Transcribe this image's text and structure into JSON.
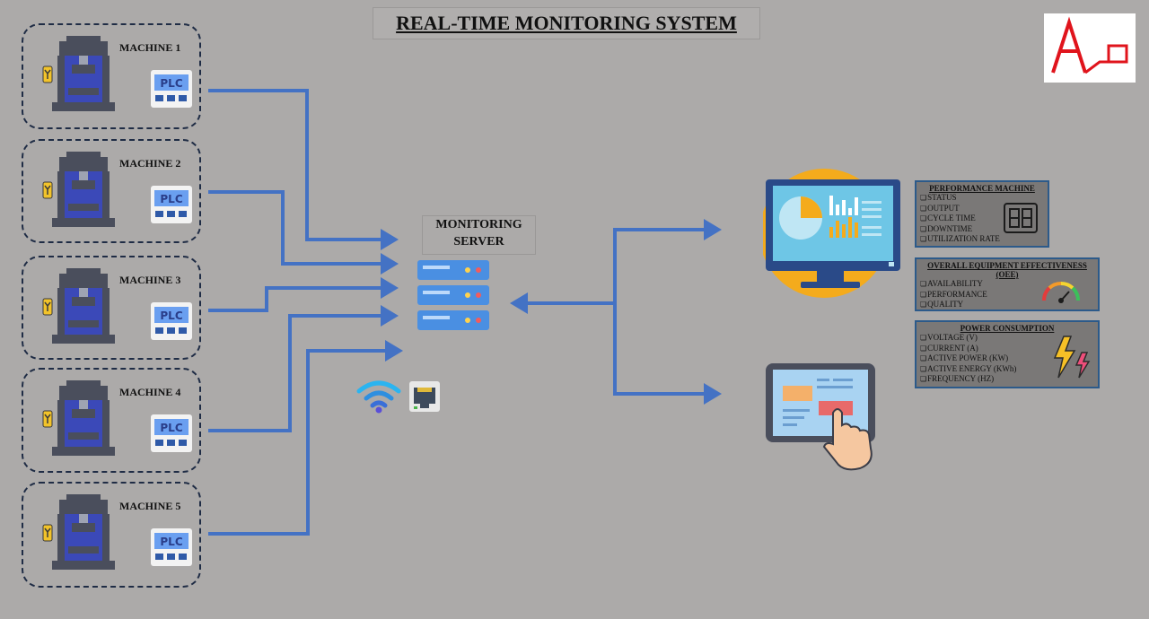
{
  "title": "REAL-TIME MONITORING SYSTEM",
  "logo": {
    "icon": "ap-logo"
  },
  "machines": [
    {
      "label": "MACHINE 1",
      "plc": "PLC"
    },
    {
      "label": "MACHINE 2",
      "plc": "PLC"
    },
    {
      "label": "MACHINE 3",
      "plc": "PLC"
    },
    {
      "label": "MACHINE 4",
      "plc": "PLC"
    },
    {
      "label": "MACHINE 5",
      "plc": "PLC"
    }
  ],
  "server": {
    "label_line1": "MONITORING",
    "label_line2": "SERVER"
  },
  "connectivity": {
    "wifi_icon": "wifi-icon",
    "ethernet_icon": "ethernet-port-icon"
  },
  "devices": {
    "monitor_icon": "desktop-monitor-icon",
    "tablet_icon": "tablet-touch-icon"
  },
  "panels": {
    "performance": {
      "title": "PERFORMANCE MACHINE",
      "items": [
        "STATUS",
        "OUTPUT",
        "CYCLE TIME",
        "DOWNTIME",
        "UTILIZATION RATE"
      ],
      "icon": "digital-counter-icon"
    },
    "oee": {
      "title_line1": "OVERALL EQUIPMENT EFFECTIVENESS",
      "title_line2": "(OEE)",
      "items": [
        "AVAILABILITY",
        "PERFORMANCE",
        "QUALITY"
      ],
      "icon": "gauge-icon"
    },
    "power": {
      "title": "POWER CONSUMPTION",
      "items": [
        "VOLTAGE (V)",
        "CURRENT (A)",
        "ACTIVE POWER (KW)",
        "ACTIVE ENERGY (KWh)",
        "FREQUENCY (HZ)"
      ],
      "icon": "lightning-icon"
    }
  },
  "colors": {
    "background": "#acaaa9",
    "arrow": "#4472c4",
    "panel_border": "#2c5a8a"
  }
}
